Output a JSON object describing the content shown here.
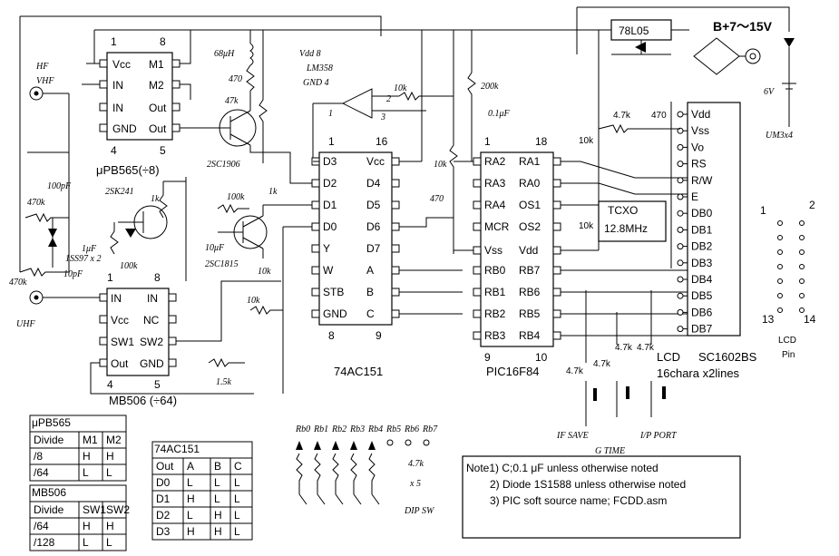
{
  "ic_upb565": {
    "pin1": "1",
    "pin8": "8",
    "pin4": "4",
    "pin5": "5",
    "left_pins": [
      "Vcc",
      "IN",
      "IN",
      "GND"
    ],
    "right_pins": [
      "M1",
      "M2",
      "Out",
      "Out"
    ],
    "caption": "μPB565(÷8)"
  },
  "ic_mb506": {
    "pin1": "1",
    "pin8": "8",
    "pin4": "4",
    "pin5": "5",
    "left_pins": [
      "IN",
      "Vcc",
      "SW1",
      "Out"
    ],
    "right_pins": [
      "IN",
      "NC",
      "SW2",
      "GND"
    ],
    "caption": "MB506 (÷64)"
  },
  "ic_74ac151": {
    "pin1": "1",
    "pin16": "16",
    "pin8": "8",
    "pin9": "9",
    "left_pins": [
      "D3",
      "D2",
      "D1",
      "D0",
      "Y",
      "W",
      "STB",
      "GND"
    ],
    "right_pins": [
      "Vcc",
      "D4",
      "D5",
      "D6",
      "D7",
      "A",
      "B",
      "C"
    ],
    "caption": "74AC151"
  },
  "ic_pic": {
    "pin1": "1",
    "pin18": "18",
    "pin9": "9",
    "pin10": "10",
    "left_pins": [
      "RA2",
      "RA3",
      "RA4",
      "MCR",
      "Vss",
      "RB0",
      "RB1",
      "RB2",
      "RB3"
    ],
    "right_pins": [
      "RA1",
      "RA0",
      "OS1",
      "OS2",
      "Vdd",
      "RB7",
      "RB6",
      "RB5",
      "RB4"
    ],
    "caption": "PIC16F84"
  },
  "lcd": {
    "pins": [
      "Vdd",
      "Vss",
      "Vo",
      "RS",
      "R/W",
      "E",
      "DB0",
      "DB1",
      "DB2",
      "DB3",
      "DB4",
      "DB5",
      "DB6",
      "DB7"
    ],
    "model": "SC1602BS",
    "label": "LCD",
    "desc": "16chara x2lines",
    "connector_label": "LCD\nPin",
    "pin1": "1",
    "pin2": "2",
    "pin13": "13",
    "pin14": "14",
    "pin_caption_1": "LCD",
    "pin_caption_2": "Pin"
  },
  "labels": {
    "hf": "HF",
    "vhf": "VHF",
    "uhf": "UHF",
    "c100p": "100p",
    "c470k": "470k",
    "c1uf": "1μF",
    "diode": "1SS97 x 2",
    "c10pF": "10pF",
    "c470k2": "470k",
    "c100pF": "100pF",
    "l68uh": "68μH",
    "r470a": "470",
    "r47k": "47k",
    "q2sc1906": "2SC1906",
    "q2sk241": "2SK241",
    "r1k": "1k",
    "r100k": "100k",
    "r100k2": "100k",
    "r1k2": "1k",
    "c10uf": "10μF",
    "q2sc1815": "2SC1815",
    "r10ka": "10k",
    "r10kb": "10k",
    "r15k": "1.5k",
    "vdd8": "Vdd 8",
    "lm358": "LM358",
    "gnd4": "GND 4",
    "opamp_pin1": "1",
    "opamp_pin2": "2",
    "opamp_pin3": "3",
    "r10kc": "10k",
    "r200k": "200k",
    "c01uf": "0.1μF",
    "r10kd": "10k",
    "r470b": "470",
    "reg": "78L05",
    "supply": "B+7〜15V",
    "bat": "6V",
    "bat2": "UM3x4",
    "r47ke": "4.7k",
    "r470c": "470",
    "r10ke": "10k",
    "tcxo": "TCXO",
    "tcxo_freq": "12.8MHz",
    "r10kf": "10k",
    "sw_r1": "4.7k",
    "sw_r2": "4.7k",
    "sw_r3": "4.7k",
    "sw_r4": "4.7k",
    "if_save": "IF SAVE",
    "g_time": "G TIME",
    "ip_port": "I/P PORT",
    "rb_labels": [
      "Rb0",
      "Rb1",
      "Rb2",
      "Rb3",
      "Rb4",
      "Rb5",
      "Rb6",
      "Rb7"
    ],
    "dip_r": "4.7k",
    "dip_x": "x 5",
    "dip_sw": "DIP SW"
  },
  "notes": [
    "Note1) C;0.1 μF   unless otherwise noted",
    "2) Diode 1S1588 unless otherwise noted",
    "3)  PIC soft source name; FCDD.asm"
  ],
  "table_upb565": {
    "title": "μPB565",
    "headers": [
      "Divide",
      "M1",
      "M2"
    ],
    "rows": [
      [
        "/8",
        "H",
        "H"
      ],
      [
        "/64",
        "L",
        "L"
      ]
    ]
  },
  "table_mb506": {
    "title": "MB506",
    "headers": [
      "Divide",
      "SW1",
      "SW2"
    ],
    "rows": [
      [
        "/64",
        "H",
        "H"
      ],
      [
        "/128",
        "L",
        "L"
      ]
    ]
  },
  "table_74ac151": {
    "title": "74AC151",
    "headers": [
      "Out",
      "A",
      "B",
      "C"
    ],
    "rows": [
      [
        "D0",
        "L",
        "L",
        "L"
      ],
      [
        "D1",
        "H",
        "L",
        "L"
      ],
      [
        "D2",
        "L",
        "H",
        "L"
      ],
      [
        "D3",
        "H",
        "H",
        "L"
      ]
    ]
  }
}
